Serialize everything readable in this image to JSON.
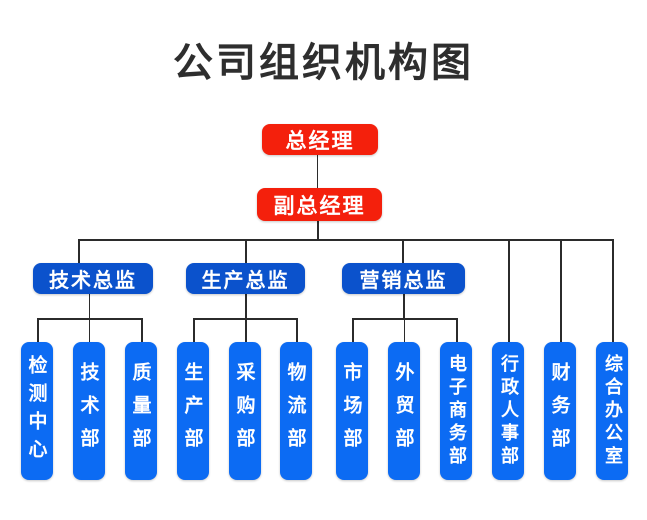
{
  "title": "公司组织机构图",
  "org": {
    "general_manager": "总经理",
    "deputy_general_manager": "副总经理",
    "groups": [
      {
        "director": "技术总监",
        "departments": [
          "检测中心",
          "技术部",
          "质量部"
        ]
      },
      {
        "director": "生产总监",
        "departments": [
          "生产部",
          "采购部",
          "物流部"
        ]
      },
      {
        "director": "营销总监",
        "departments": [
          "市场部",
          "外贸部",
          "电子商务部"
        ]
      }
    ],
    "direct_departments": [
      "行政人事部",
      "财务部",
      "综合办公室"
    ]
  },
  "colors": {
    "executive_box": "#f4200c",
    "director_box": "#0b52cc",
    "department_box": "#0c6bf3",
    "connector_line": "#2b2b2b",
    "box_text": "#ffffff",
    "title_text": "#2e2e2e",
    "background": "#ffffff"
  }
}
